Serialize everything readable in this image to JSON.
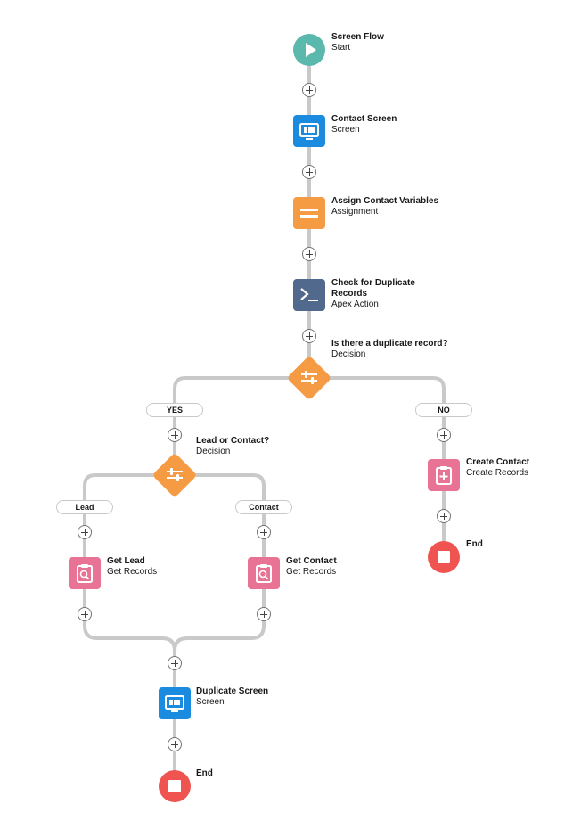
{
  "colors": {
    "start": "#5bb8ad",
    "screen": "#1b8be0",
    "assignment": "#f49b44",
    "apex": "#52698e",
    "decision": "#f49b44",
    "records": "#e87394",
    "end": "#ef5450",
    "connector": "#c9c9c9"
  },
  "nodes": {
    "start": {
      "title": "Screen Flow",
      "subtitle": "Start",
      "icon": "play-icon"
    },
    "contact_screen": {
      "title": "Contact Screen",
      "subtitle": "Screen",
      "icon": "screen-icon"
    },
    "assign": {
      "title": "Assign Contact Variables",
      "subtitle": "Assignment",
      "icon": "assignment-icon"
    },
    "apex": {
      "title_line1": "Check for Duplicate",
      "title_line2": "Records",
      "subtitle": "Apex Action",
      "icon": "apex-icon"
    },
    "decision_dup": {
      "title": "Is there a duplicate record?",
      "subtitle": "Decision",
      "icon": "decision-icon"
    },
    "decision_lead": {
      "title": "Lead or Contact?",
      "subtitle": "Decision",
      "icon": "decision-icon"
    },
    "create_contact": {
      "title": "Create Contact",
      "subtitle": "Create Records",
      "icon": "create-records-icon"
    },
    "end_right": {
      "title": "End",
      "icon": "stop-icon"
    },
    "get_lead": {
      "title": "Get Lead",
      "subtitle": "Get Records",
      "icon": "get-records-icon"
    },
    "get_contact": {
      "title": "Get Contact",
      "subtitle": "Get Records",
      "icon": "get-records-icon"
    },
    "dup_screen": {
      "title": "Duplicate Screen",
      "subtitle": "Screen",
      "icon": "screen-icon"
    },
    "end_bottom": {
      "title": "End",
      "icon": "stop-icon"
    }
  },
  "branches": {
    "yes": "YES",
    "no": "NO",
    "lead": "Lead",
    "contact": "Contact"
  }
}
